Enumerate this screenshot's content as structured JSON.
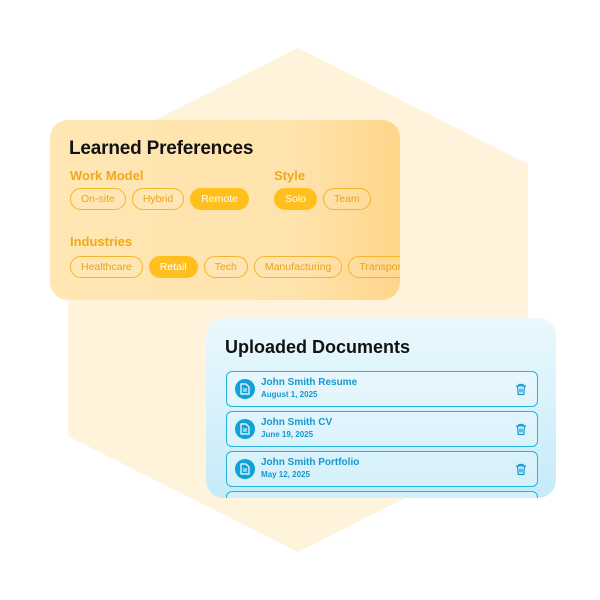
{
  "preferences": {
    "title": "Learned Preferences",
    "work_model": {
      "label": "Work Model",
      "options": [
        "On-site",
        "Hybrid",
        "Remote"
      ],
      "selected": "Remote"
    },
    "style": {
      "label": "Style",
      "options": [
        "Solo",
        "Team"
      ],
      "selected": "Solo"
    },
    "industries": {
      "label": "Industries",
      "options": [
        "Healthcare",
        "Retail",
        "Tech",
        "Manufacturing",
        "Transporta"
      ],
      "selected": "Retail"
    }
  },
  "documents": {
    "title": "Uploaded Documents",
    "items": [
      {
        "name": "John Smith Resume",
        "date": "August 1, 2025"
      },
      {
        "name": "John Smith CV",
        "date": "June 19, 2025"
      },
      {
        "name": "John Smith Portfolio",
        "date": "May 12, 2025"
      }
    ]
  },
  "colors": {
    "accent_orange": "#ffbf1c",
    "accent_blue": "#1598cf"
  }
}
